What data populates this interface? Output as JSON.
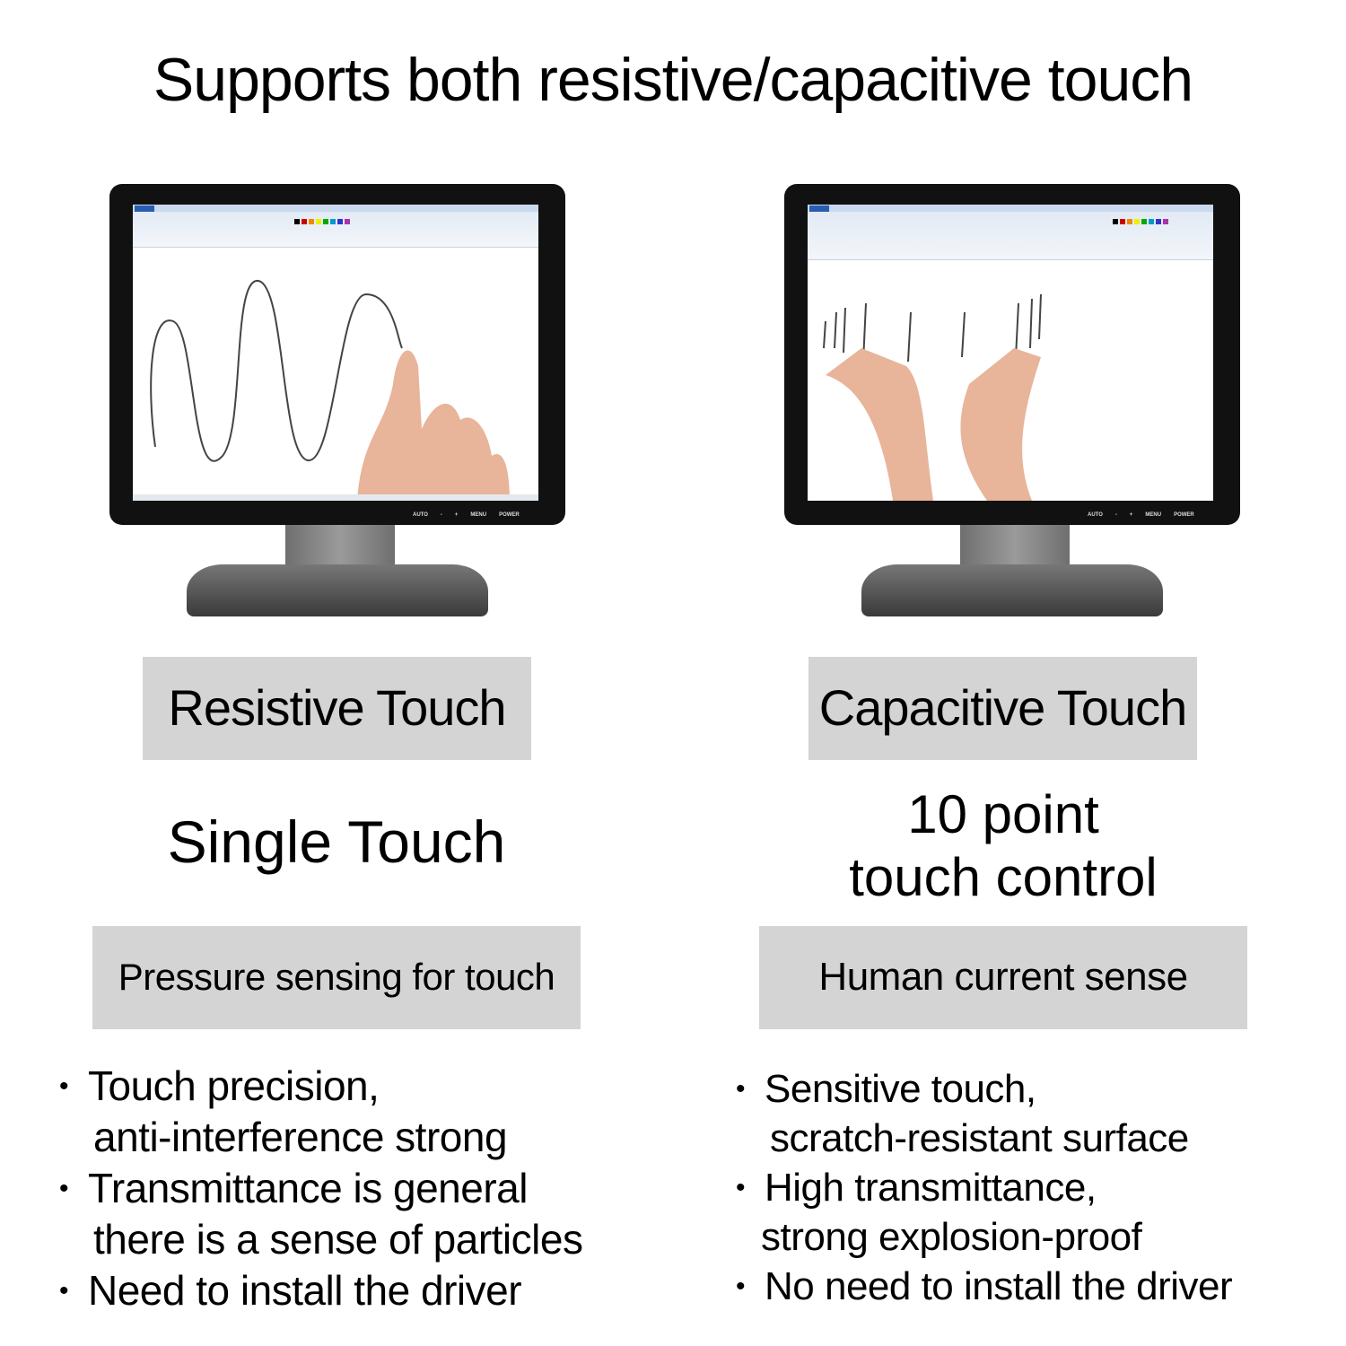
{
  "title": "Supports both resistive/capacitive touch",
  "monitor_buttons": [
    "AUTO",
    "-",
    "+",
    "MENU",
    "POWER"
  ],
  "left": {
    "type_label": "Resistive Touch",
    "touch_mode": "Single Touch",
    "sense_label": "Pressure sensing for touch",
    "features": [
      {
        "line1": "Touch precision,",
        "line2": "anti-interference strong"
      },
      {
        "line1": "Transmittance is general",
        "line2": "there is a sense of particles"
      },
      {
        "line1": "Need to install the driver"
      }
    ]
  },
  "right": {
    "type_label": "Capacitive Touch",
    "touch_mode_line1": "10 point",
    "touch_mode_line2": "touch control",
    "sense_label": "Human current sense",
    "features": [
      {
        "line1": "Sensitive touch,",
        "line2": "scratch-resistant surface"
      },
      {
        "line1": "High transmittance,",
        "line2": "strong explosion-proof"
      },
      {
        "line1": "No need to install the driver"
      }
    ]
  }
}
